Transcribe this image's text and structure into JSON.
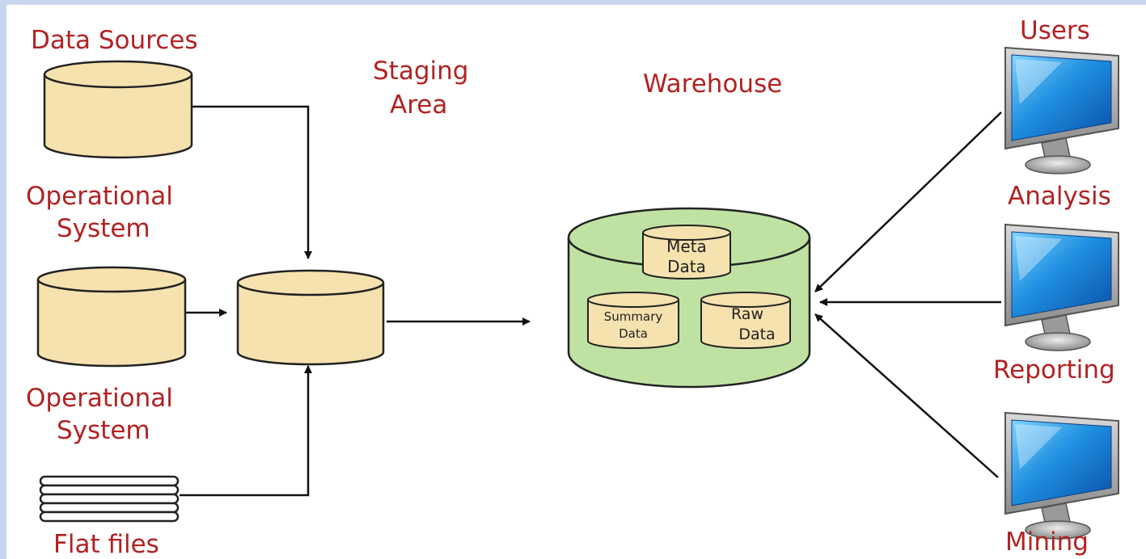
{
  "labels": {
    "data_sources": "Data Sources",
    "operational_1_line1": "Operational",
    "operational_1_line2": "System",
    "operational_2_line1": "Operational",
    "operational_2_line2": "System",
    "flat_files": "Flat files",
    "staging_line1": "Staging",
    "staging_line2": "Area",
    "warehouse": "Warehouse",
    "meta_line1": "Meta",
    "meta_line2": "Data",
    "summary_line1": "Summary",
    "summary_line2": "Data",
    "raw_line1": "Raw",
    "raw_line2": "Data",
    "users": "Users",
    "analysis": "Analysis",
    "reporting": "Reporting",
    "mining": "Mining"
  },
  "colors": {
    "label_text": "#b22222",
    "source_cylinder_fill": "#f6e2ae",
    "warehouse_fill": "#bfe2a3",
    "page_border": "#c9d6ee"
  },
  "icons": [
    "database-cylinder-icon",
    "flat-file-stack-icon",
    "computer-monitor-icon"
  ]
}
